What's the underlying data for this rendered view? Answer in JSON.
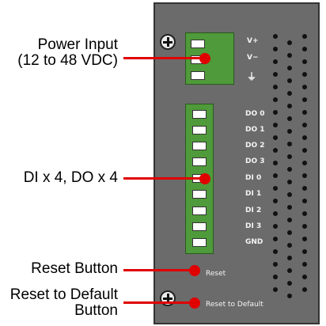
{
  "callouts": {
    "power": [
      "Power Input",
      "(12 to 48 VDC)"
    ],
    "dio": "DI x 4, DO x 4",
    "reset": "Reset Button",
    "reset_default": [
      "Reset to Default",
      "Button"
    ]
  },
  "panel": {
    "power_labels": [
      "V+",
      "V−",
      "⏚"
    ],
    "io_labels": [
      "DO 0",
      "DO 1",
      "DO 2",
      "DO 3",
      "DI 0",
      "DI 1",
      "DI 2",
      "DI 3",
      "GND"
    ],
    "reset_label": "Reset",
    "reset_default_label": "Reset to Default"
  },
  "colors": {
    "accent": "#e00000",
    "terminal": "#4f9a3a",
    "panel": "#6b6b6b"
  }
}
